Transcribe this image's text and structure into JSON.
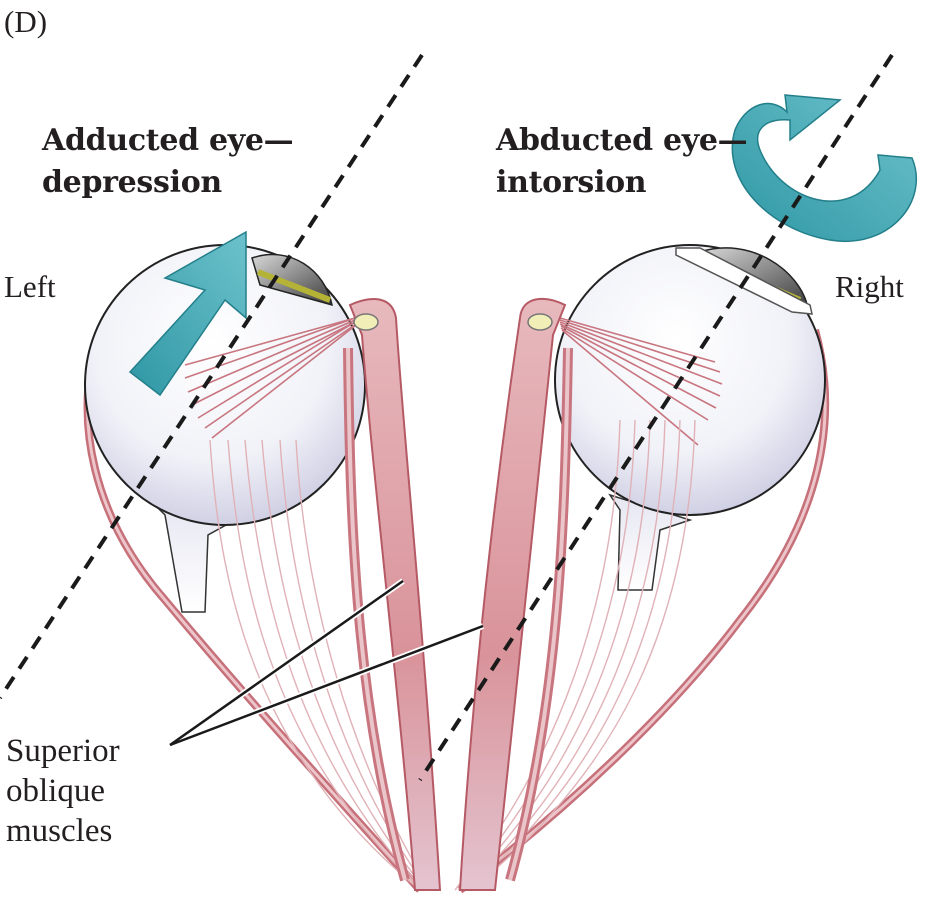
{
  "figure": {
    "panel_label": "(D)",
    "left_side": {
      "side_label": "Left",
      "title_line1": "Adducted eye—",
      "title_line2": "depression",
      "movement_arrow": "straight-arrow-up-right"
    },
    "right_side": {
      "side_label": "Right",
      "title_line1": "Abducted eye—",
      "title_line2": "intorsion",
      "movement_arrow": "curved-rotation-arrow"
    },
    "callout": {
      "line1": "Superior",
      "line2": "oblique",
      "line3": "muscles",
      "points_to": [
        "left-superior-oblique-tendon",
        "right-superior-oblique-tendon"
      ]
    },
    "colors": {
      "arrow": "#3fa7b3",
      "muscle": "#c9747d",
      "muscle_light": "#e8c3c7",
      "eyeball": "#eef0f7",
      "iris": "#b5b336",
      "text": "#231f20",
      "axis": "#1a1a1a"
    }
  }
}
